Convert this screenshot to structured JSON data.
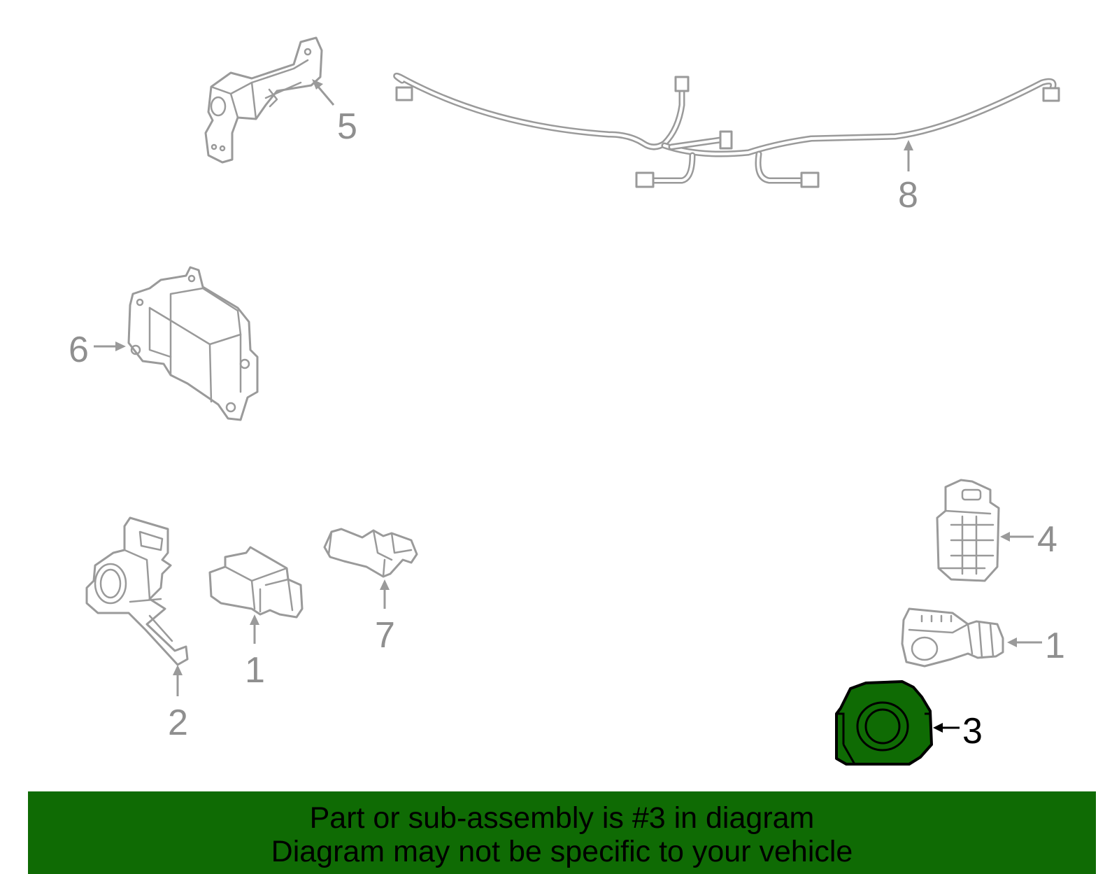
{
  "diagram": {
    "callouts": {
      "c1a": "1",
      "c1b": "1",
      "c2": "2",
      "c3": "3",
      "c4": "4",
      "c5": "5",
      "c6": "6",
      "c7": "7",
      "c8": "8"
    },
    "highlighted_part": "3",
    "highlight_color": "#0f6b04"
  },
  "banner": {
    "line1": "Part or sub-assembly is #3 in diagram",
    "line2": "Diagram may not be specific to your vehicle",
    "background": "#0f6b04"
  }
}
